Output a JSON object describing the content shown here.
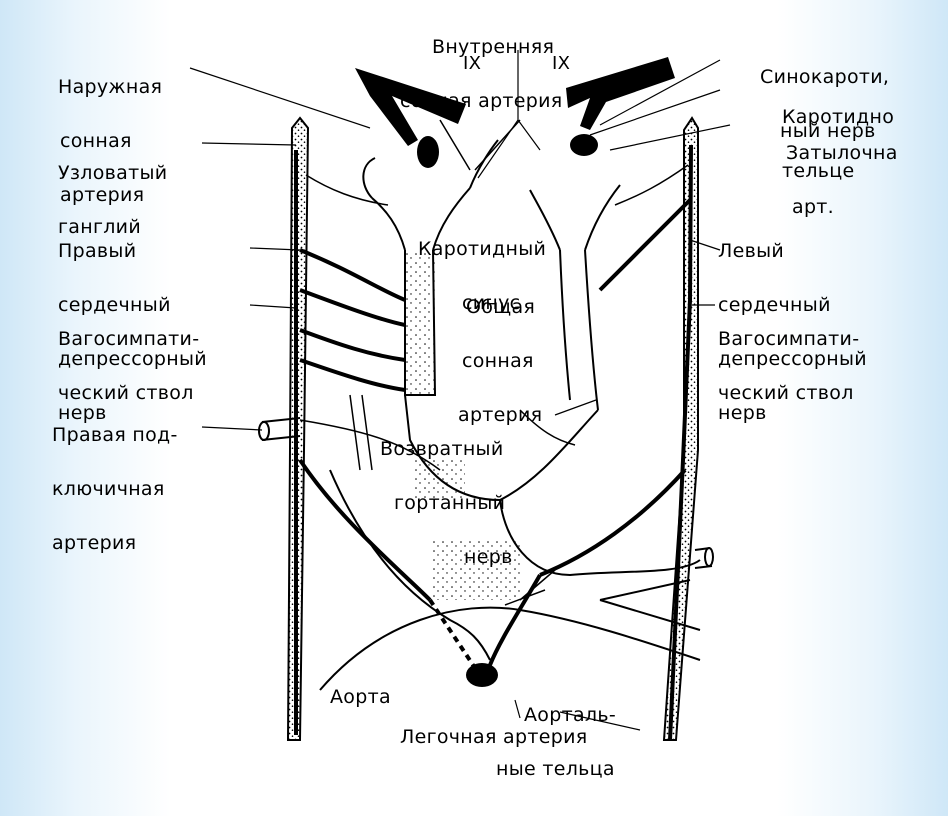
{
  "labels": {
    "internal_carotid": [
      "Внутренняя",
      "сонная артерия"
    ],
    "ix_left": "IX",
    "ix_right": "IX",
    "external_carotid": [
      "Наружная",
      "сонная",
      "артерия"
    ],
    "sinocarotid_nerve": [
      "Синокароти,",
      "ный нерв"
    ],
    "carotid_body": [
      "Каротидно",
      "тельце"
    ],
    "occipital_artery": [
      "Затылочна",
      "арт."
    ],
    "nodose_ganglion": [
      "Узловатый",
      "ганглий"
    ],
    "carotid_sinus": [
      "Каротидный",
      "синус"
    ],
    "right_cardiac_depressor": [
      "Правый",
      "сердечный",
      "депрессорный",
      "нерв"
    ],
    "left_cardiac_depressor": [
      "Левый",
      "сердечный",
      "депрессорный",
      "нерв"
    ],
    "common_carotid": [
      "Общая",
      "сонная",
      "артерия"
    ],
    "vagosympathetic_right": [
      "Вагосимпати-",
      "ческий ствол"
    ],
    "vagosympathetic_left": [
      "Вагосимпати-",
      "ческий ствол"
    ],
    "right_subclavian": [
      "Правая под-",
      "ключичная",
      "артерия"
    ],
    "recurrent_laryngeal": [
      "Возвратный",
      "гортанный",
      "нерв"
    ],
    "aortic_bodies": [
      "Аорталь-",
      "ные тельца"
    ],
    "aorta": "Аорта",
    "pulmonary_artery": "Легочная артерия"
  }
}
